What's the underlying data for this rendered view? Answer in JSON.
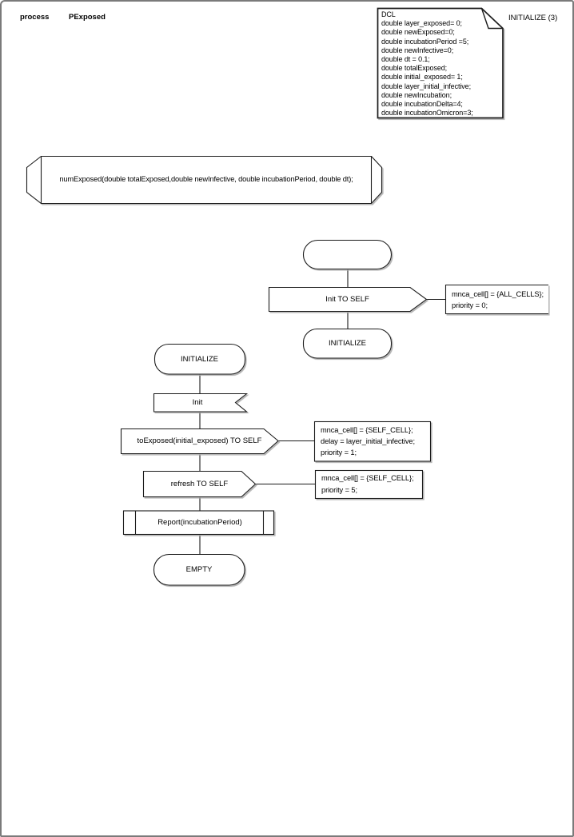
{
  "header": {
    "symbol_kind": "process",
    "process_name": "PExposed",
    "page_label": "INITIALIZE (3)"
  },
  "declarations": {
    "title": "DCL",
    "lines": [
      "double layer_exposed= 0;",
      "double newExposed=0;",
      "double incubationPeriod =5;",
      "double newInfective=0;",
      "double dt = 0.1;",
      "double totalExposed;",
      "double initial_exposed= 1;",
      "double layer_initial_infective;",
      "double newIncubation;",
      "double incubationDelta=4;",
      "double incubationOmicron=3;"
    ]
  },
  "procedure_declaration": {
    "signature": "numExposed(double totalExposed,double newInfective, double incubationPeriod, double dt);"
  },
  "start_flow": {
    "output_init": "Init TO SELF",
    "comment_lines": [
      "mnca_cell[] = {ALL_CELLS};",
      "priority = 0;"
    ],
    "next_state": "INITIALIZE"
  },
  "initialize_flow": {
    "state": "INITIALIZE",
    "input_signal": "Init",
    "output_toexposed": "toExposed(initial_exposed) TO SELF",
    "comment_toexposed_lines": [
      "mnca_cell[] = {SELF_CELL};",
      "delay = layer_initial_infective;",
      "priority = 1;"
    ],
    "output_refresh": "refresh TO SELF",
    "comment_refresh_lines": [
      "mnca_cell[] = {SELF_CELL};",
      "priority = 5;"
    ],
    "procedure_call": "Report(incubationPeriod)",
    "next_state": "EMPTY"
  },
  "colors": {
    "page_border": "#7a7a7a",
    "shape_stroke": "#1a1a1a",
    "shadow": "#aaaaaa"
  }
}
